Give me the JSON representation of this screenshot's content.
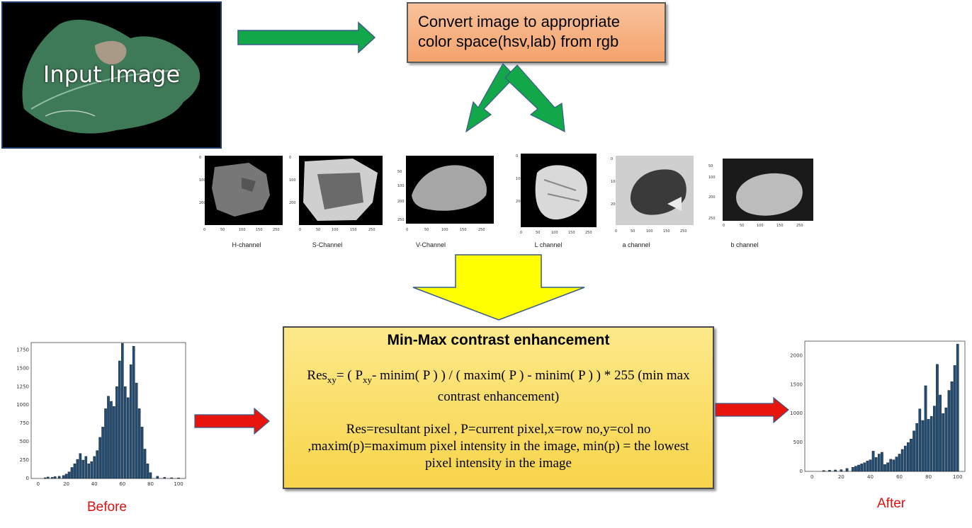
{
  "input_image": {
    "label": "Input Image"
  },
  "convert_box": {
    "line1": "Convert image to appropriate",
    "line2": "color space(hsv,lab) from rgb"
  },
  "channels": [
    {
      "label": "H-channel"
    },
    {
      "label": "S-Channel"
    },
    {
      "label": "V-Channel"
    },
    {
      "label": "L channel"
    },
    {
      "label": "a channel"
    },
    {
      "label": "b channel"
    }
  ],
  "minmax": {
    "title": "Min-Max contrast enhancement",
    "formula_res": "Res",
    "formula_sub1": "xy",
    "formula_mid": "= ( P",
    "formula_sub2": "xy",
    "formula_rest": "- minim( P ) ) / ( maxim( P ) - minim( P ) ) * 255 (min max contrast enhancement)",
    "description": "Res=resultant pixel , P=current pixel,x=row no,y=col no ,maxim(p)=maximum pixel intensity in the image, min(p) = the lowest pixel intensity in the image"
  },
  "before_label": "Before",
  "after_label": "After",
  "colors": {
    "arrow_green": "#12a84a",
    "arrow_red": "#e8150f",
    "arrow_yellow": "#ffff00",
    "bar_fill": "#1f4e79"
  },
  "chart_data": [
    {
      "type": "bar",
      "caption": "Before",
      "ylim": [
        0,
        1850
      ],
      "xlim": [
        -5,
        105
      ],
      "yticks": [
        0,
        250,
        500,
        750,
        1000,
        1250,
        1500,
        1750
      ],
      "xticks": [
        0,
        20,
        40,
        60,
        80,
        100
      ],
      "x": [
        5,
        7,
        10,
        12,
        15,
        18,
        20,
        22,
        24,
        26,
        28,
        30,
        32,
        34,
        36,
        38,
        40,
        42,
        44,
        46,
        48,
        50,
        52,
        54,
        56,
        58,
        60,
        62,
        64,
        66,
        68,
        70,
        72,
        74,
        76,
        78,
        80,
        85,
        90,
        95,
        100
      ],
      "values": [
        10,
        20,
        15,
        25,
        30,
        40,
        60,
        90,
        150,
        200,
        260,
        340,
        250,
        300,
        200,
        230,
        300,
        380,
        560,
        700,
        950,
        1120,
        1050,
        980,
        1250,
        1600,
        1840,
        1250,
        1100,
        1550,
        1800,
        1300,
        950,
        700,
        400,
        200,
        80,
        30,
        15,
        10,
        8
      ]
    },
    {
      "type": "bar",
      "caption": "After",
      "ylim": [
        0,
        2250
      ],
      "xlim": [
        -5,
        105
      ],
      "yticks": [
        0,
        500,
        1000,
        1500,
        2000
      ],
      "xticks": [
        0,
        20,
        40,
        60,
        80,
        100
      ],
      "x": [
        8,
        12,
        16,
        20,
        24,
        28,
        30,
        32,
        34,
        36,
        38,
        40,
        42,
        44,
        46,
        48,
        50,
        52,
        54,
        56,
        58,
        60,
        62,
        64,
        66,
        68,
        70,
        72,
        74,
        76,
        78,
        80,
        82,
        84,
        86,
        88,
        90,
        92,
        94,
        96,
        98,
        100
      ],
      "values": [
        15,
        20,
        25,
        30,
        50,
        70,
        90,
        110,
        130,
        150,
        180,
        200,
        350,
        240,
        300,
        330,
        120,
        150,
        210,
        200,
        250,
        300,
        380,
        440,
        500,
        560,
        700,
        830,
        1080,
        880,
        1480,
        900,
        950,
        1130,
        1850,
        1320,
        1000,
        1100,
        1400,
        1550,
        1830,
        2200
      ]
    }
  ]
}
